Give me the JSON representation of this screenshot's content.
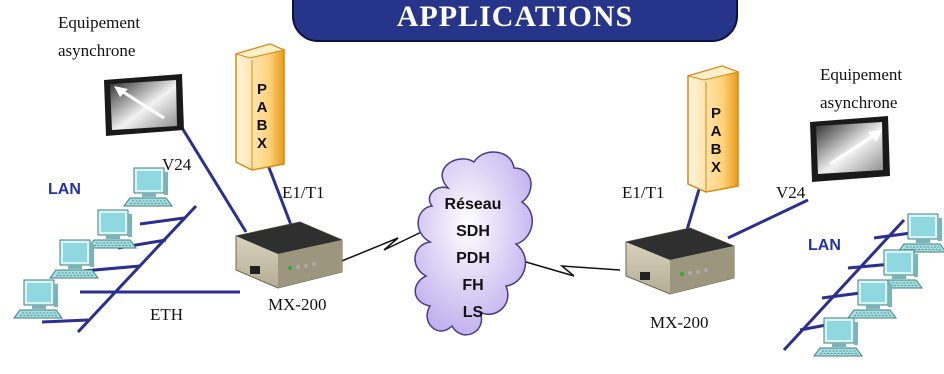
{
  "title": "APPLICATIONS",
  "left_site": {
    "async_label": "Equipement asynchrone",
    "pabx_letters": [
      "P",
      "A",
      "B",
      "X"
    ],
    "v24_label": "V24",
    "lan_label": "LAN",
    "e1_label": "E1/T1",
    "eth_label": "ETH",
    "device_label": "MX-200"
  },
  "network": {
    "lines": [
      "Réseau",
      "SDH",
      "PDH",
      "FH",
      "LS"
    ]
  },
  "right_site": {
    "async_label": "Equipement asynchrone",
    "pabx_letters": [
      "P",
      "A",
      "B",
      "X"
    ],
    "v24_label": "V24",
    "lan_label": "LAN",
    "e1_label": "E1/T1",
    "device_label": "MX-200"
  },
  "colors": {
    "banner": "#26358a",
    "link_line": "#2b2f8f",
    "lan_text": "#2233aa",
    "pabx": "#ffd27a",
    "cloud": "#c9b9ef",
    "monitor": "#9fe0e6"
  }
}
